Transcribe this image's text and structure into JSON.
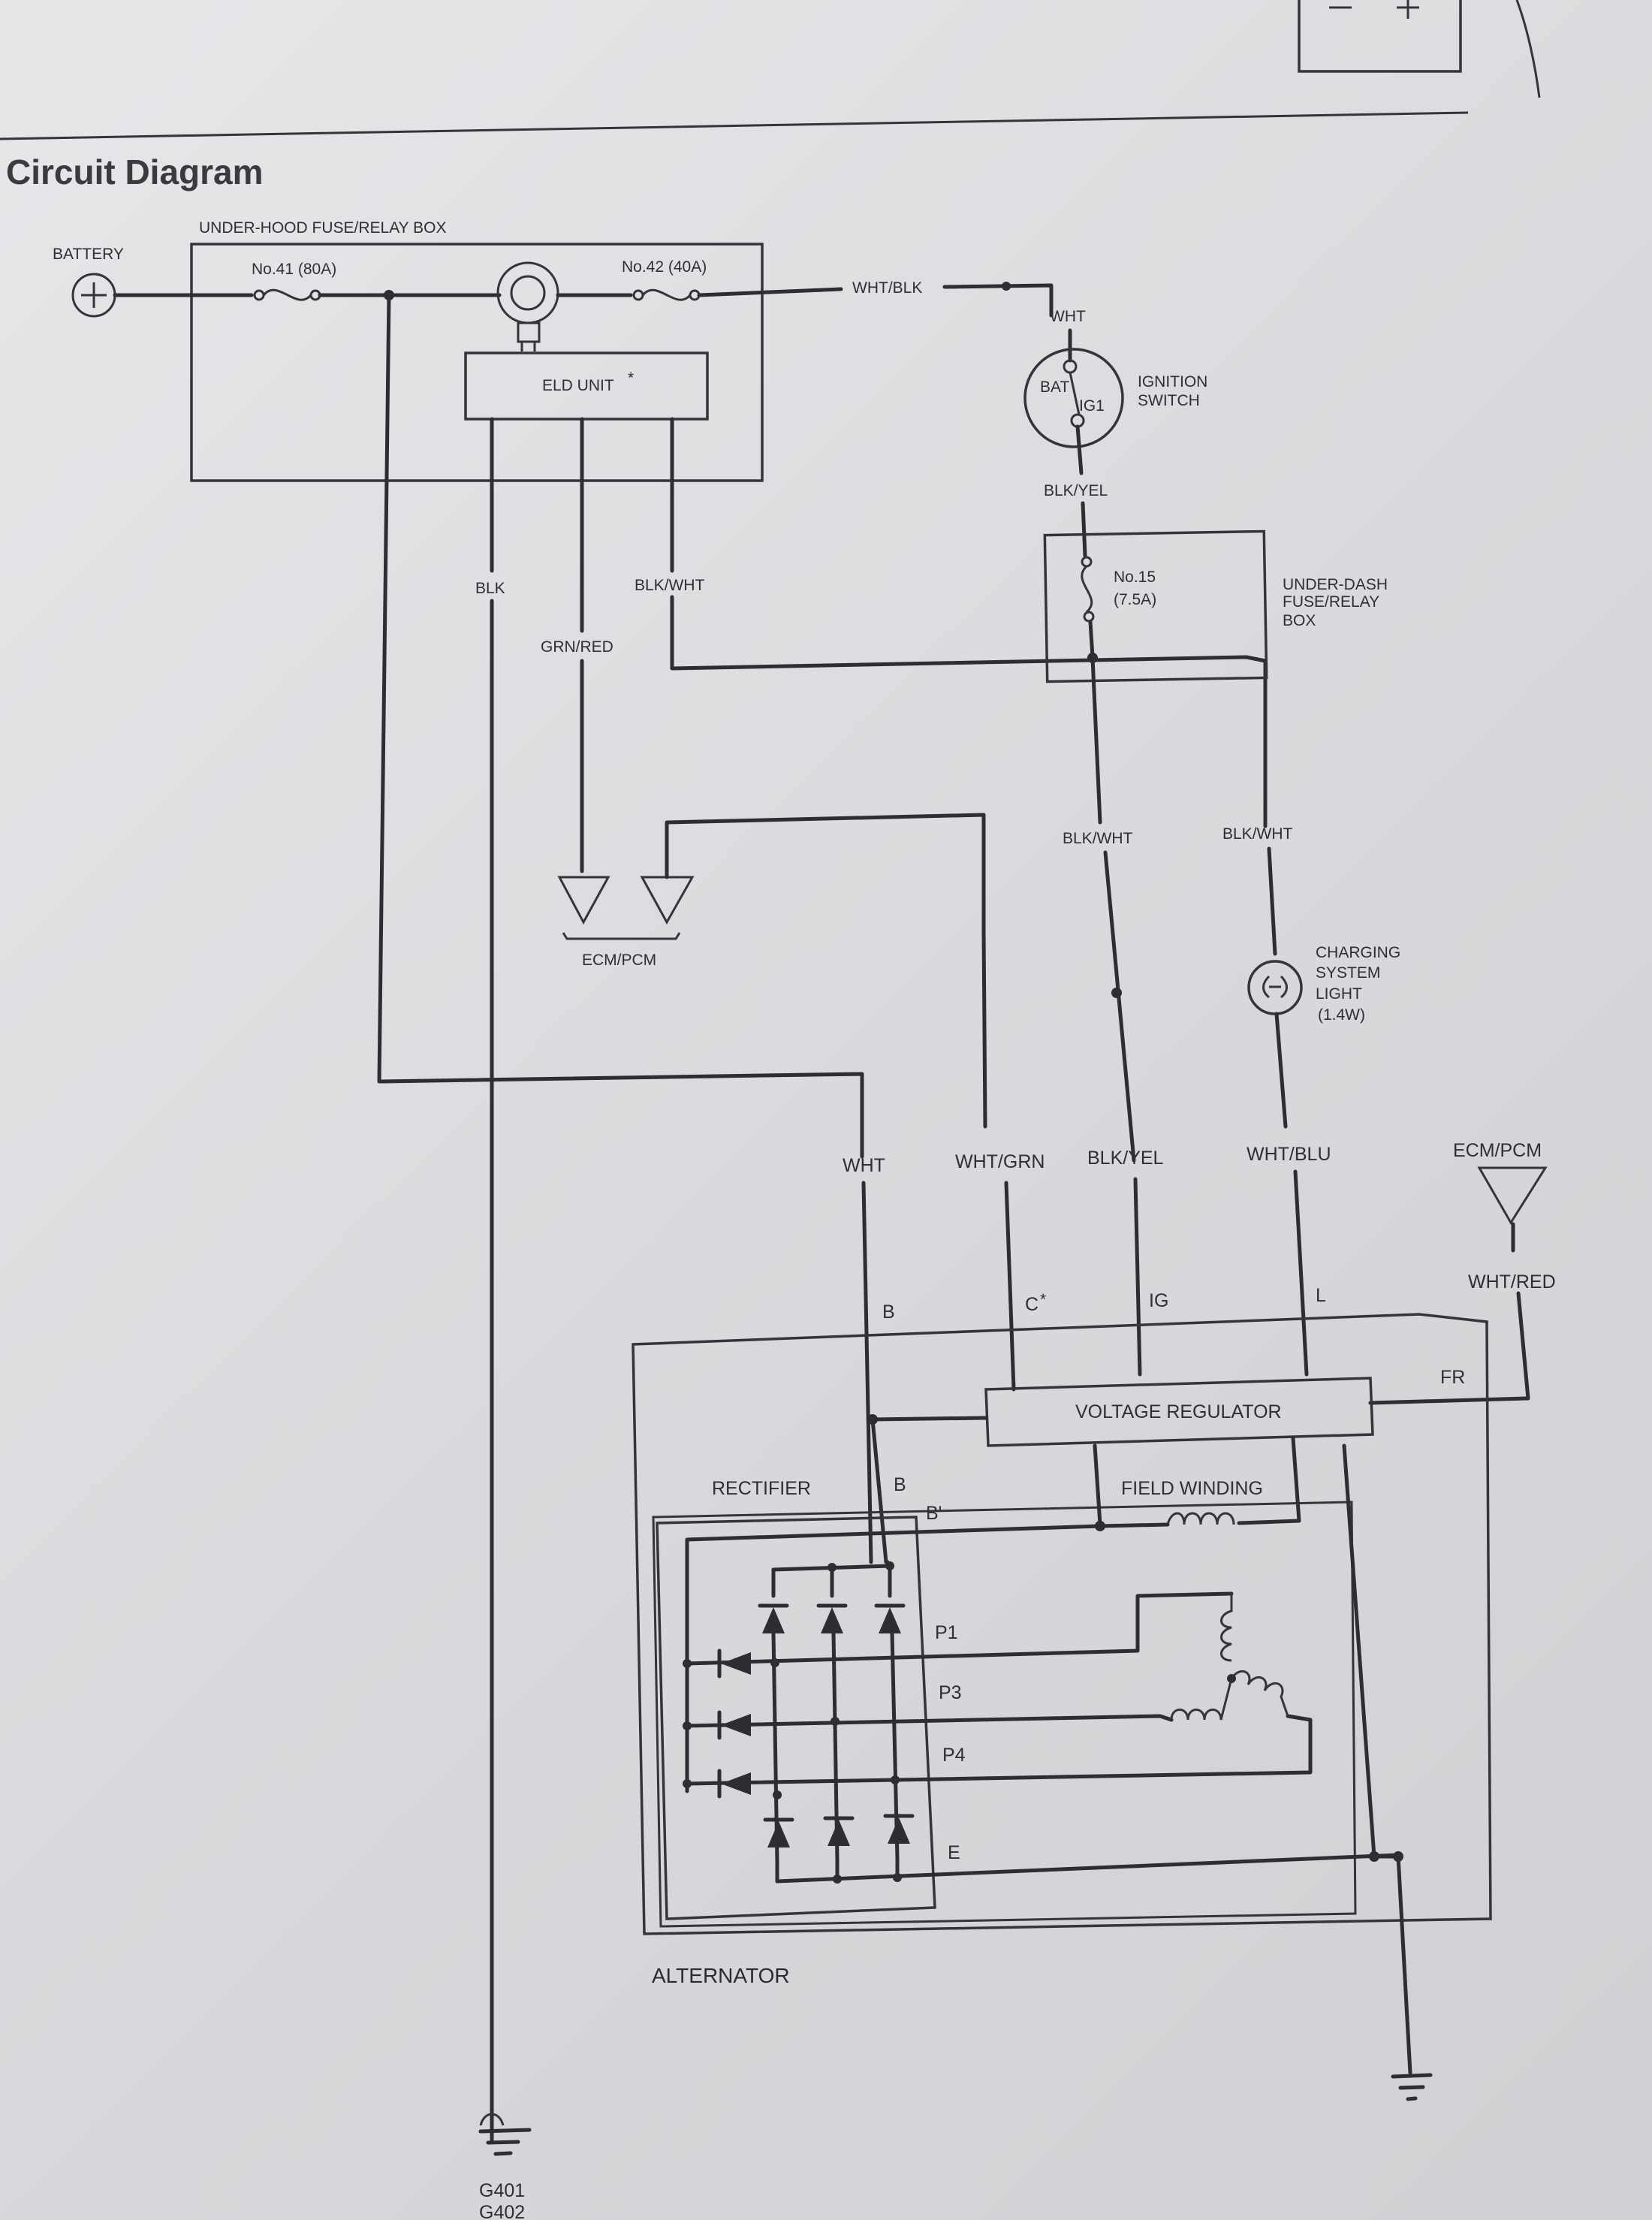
{
  "title": "Circuit Diagram",
  "labels": {
    "underhood_box": "UNDER-HOOD FUSE/RELAY BOX",
    "battery": "BATTERY",
    "fuse41": "No.41 (80A)",
    "fuse42": "No.42 (40A)",
    "eld_unit": "ELD UNIT",
    "wht_blk": "WHT/BLK",
    "wht": "WHT",
    "bat": "BAT",
    "ig1": "IG1",
    "ignition_switch_1": "IGNITION",
    "ignition_switch_2": "SWITCH",
    "blk_yel_top": "BLK/YEL",
    "fuse15_1": "No.15",
    "fuse15_2": "(7.5A)",
    "underdash_1": "UNDER-DASH",
    "underdash_2": "FUSE/RELAY",
    "underdash_3": "BOX",
    "blk": "BLK",
    "blk_wht_left": "BLK/WHT",
    "grn_red": "GRN/RED",
    "blk_wht_mid": "BLK/WHT",
    "blk_wht_right": "BLK/WHT",
    "ecm_pcm_left": "ECM/PCM",
    "charging_1": "CHARGING",
    "charging_2": "SYSTEM",
    "charging_3": "LIGHT",
    "charging_4": "(1.4W)",
    "wire_wht": "WHT",
    "wire_wht_grn": "WHT/GRN",
    "wire_blk_yel": "BLK/YEL",
    "wire_wht_blu": "WHT/BLU",
    "ecm_pcm_right": "ECM/PCM",
    "wht_red": "WHT/RED",
    "term_b": "B",
    "term_c": "C",
    "term_ig": "IG",
    "term_l": "L",
    "term_fr": "FR",
    "voltage_regulator": "VOLTAGE REGULATOR",
    "rectifier": "RECTIFIER",
    "rect_b": "B",
    "rect_b_prime": "B'",
    "field_winding": "FIELD WINDING",
    "p1": "P1",
    "p3": "P3",
    "p4": "P4",
    "e": "E",
    "alternator": "ALTERNATOR",
    "g401": "G401",
    "g402": "G402"
  },
  "symbols": {
    "battery_icon": "plus-circle-icon",
    "ground_icon": "ground-icon",
    "fuse_icon": "fuse-icon",
    "diode_icon": "diode-icon",
    "lamp_icon": "lamp-icon",
    "coil_icon": "coil-icon",
    "connector_icon": "triangle-connector-icon"
  },
  "colors": {
    "ink": "#2d2e33",
    "paper": "#e2e3e5"
  }
}
